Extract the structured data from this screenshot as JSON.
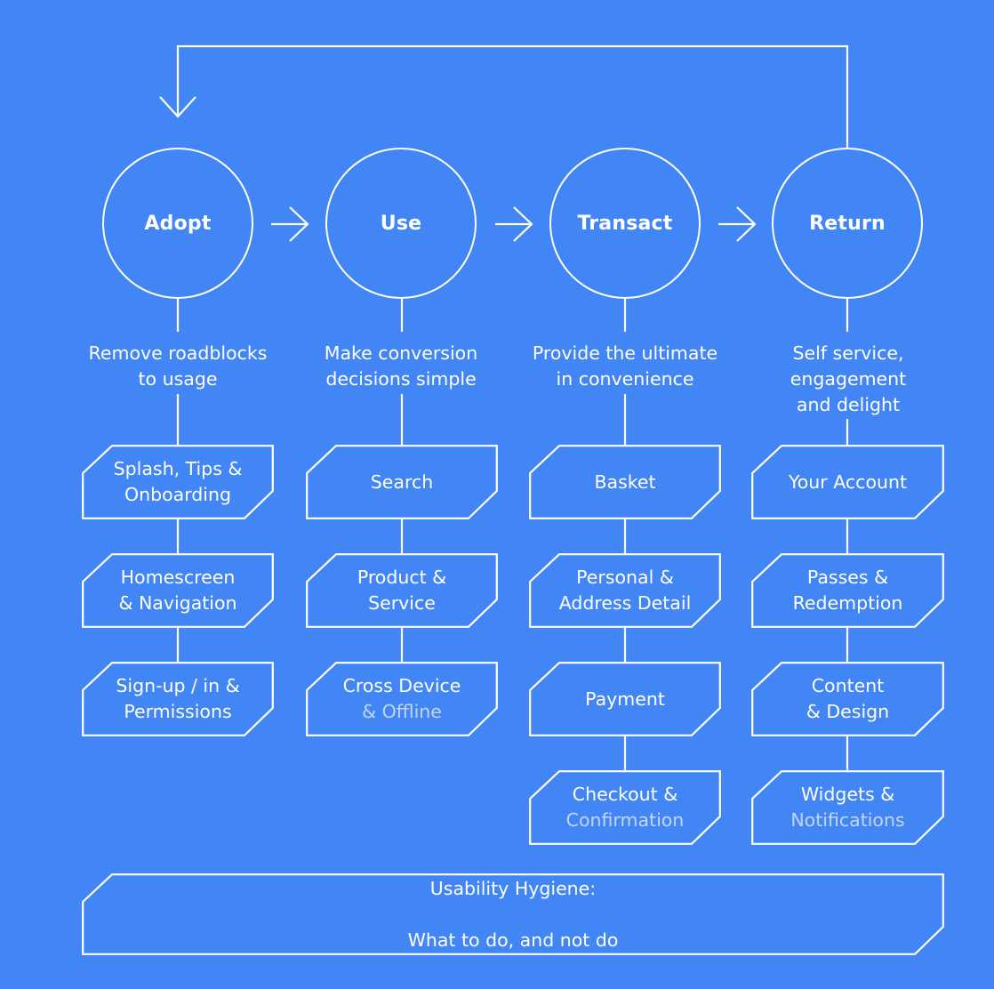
{
  "theme": {
    "background": "#4285f4",
    "stroke": "#ffffff",
    "text": "#ffffff",
    "text_dim": "#c2d6fa"
  },
  "diagram": {
    "title_stages": [
      "Adopt",
      "Use",
      "Transact",
      "Return"
    ],
    "loop_arrow": "return-to-adopt-loop"
  },
  "columns": [
    {
      "stage": "Adopt",
      "description": "Remove roadblocks\nto usage",
      "items": [
        {
          "main": "Splash, Tips &\nOnboarding",
          "dim": ""
        },
        {
          "main": "Homescreen\n& Navigation",
          "dim": ""
        },
        {
          "main": "Sign-up / in &\nPermissions",
          "dim": ""
        }
      ]
    },
    {
      "stage": "Use",
      "description": "Make conversion\ndecisions simple",
      "items": [
        {
          "main": "Search",
          "dim": ""
        },
        {
          "main": "Product &\nService",
          "dim": ""
        },
        {
          "main": "Cross Device\n",
          "dim": "& Offline"
        }
      ]
    },
    {
      "stage": "Transact",
      "description": "Provide the ultimate\nin convenience",
      "items": [
        {
          "main": "Basket",
          "dim": ""
        },
        {
          "main": "Personal &\nAddress Detail",
          "dim": ""
        },
        {
          "main": "Payment",
          "dim": ""
        },
        {
          "main": "Checkout &\n",
          "dim": "Confirmation"
        }
      ]
    },
    {
      "stage": "Return",
      "description": "Self service,\nengagement\nand delight",
      "items": [
        {
          "main": "Your Account",
          "dim": ""
        },
        {
          "main": "Passes &\nRedemption",
          "dim": ""
        },
        {
          "main": "Content\n& Design",
          "dim": ""
        },
        {
          "main": "Widgets &\n",
          "dim": "Notifications"
        }
      ]
    }
  ],
  "footer": {
    "line1": "Usability Hygiene:",
    "line2": "What to do, and not do"
  }
}
